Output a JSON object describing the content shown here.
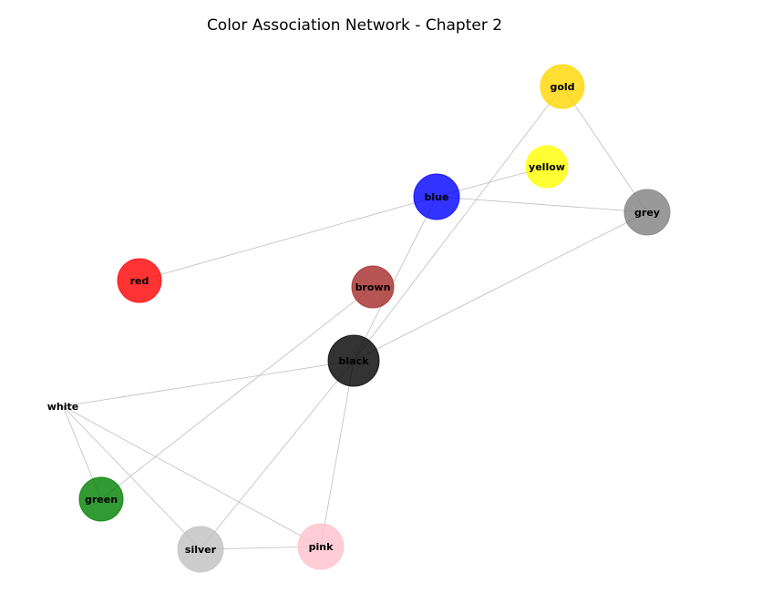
{
  "title": "Color Association Network - Chapter 2",
  "nodes": [
    {
      "id": "gold",
      "label": "gold",
      "fill": "#FFD700"
    },
    {
      "id": "yellow",
      "label": "yellow",
      "fill": "#FFFF00"
    },
    {
      "id": "blue",
      "label": "blue",
      "fill": "#0000FF"
    },
    {
      "id": "grey",
      "label": "grey",
      "fill": "#808080"
    },
    {
      "id": "red",
      "label": "red",
      "fill": "#FF0000"
    },
    {
      "id": "brown",
      "label": "brown",
      "fill": "#A52A2A"
    },
    {
      "id": "black",
      "label": "black",
      "fill": "#000000"
    },
    {
      "id": "white",
      "label": "white",
      "fill": "#FFFFFF"
    },
    {
      "id": "green",
      "label": "green",
      "fill": "#008000"
    },
    {
      "id": "silver",
      "label": "silver",
      "fill": "#C0C0C0"
    },
    {
      "id": "pink",
      "label": "pink",
      "fill": "#FFC0CB"
    }
  ],
  "edges": [
    {
      "source": "gold",
      "target": "black"
    },
    {
      "source": "gold",
      "target": "grey"
    },
    {
      "source": "yellow",
      "target": "blue"
    },
    {
      "source": "blue",
      "target": "grey"
    },
    {
      "source": "blue",
      "target": "red"
    },
    {
      "source": "blue",
      "target": "black"
    },
    {
      "source": "grey",
      "target": "black"
    },
    {
      "source": "brown",
      "target": "green"
    },
    {
      "source": "black",
      "target": "white"
    },
    {
      "source": "black",
      "target": "silver"
    },
    {
      "source": "black",
      "target": "pink"
    },
    {
      "source": "white",
      "target": "green"
    },
    {
      "source": "white",
      "target": "silver"
    },
    {
      "source": "white",
      "target": "pink"
    },
    {
      "source": "silver",
      "target": "pink"
    }
  ]
}
